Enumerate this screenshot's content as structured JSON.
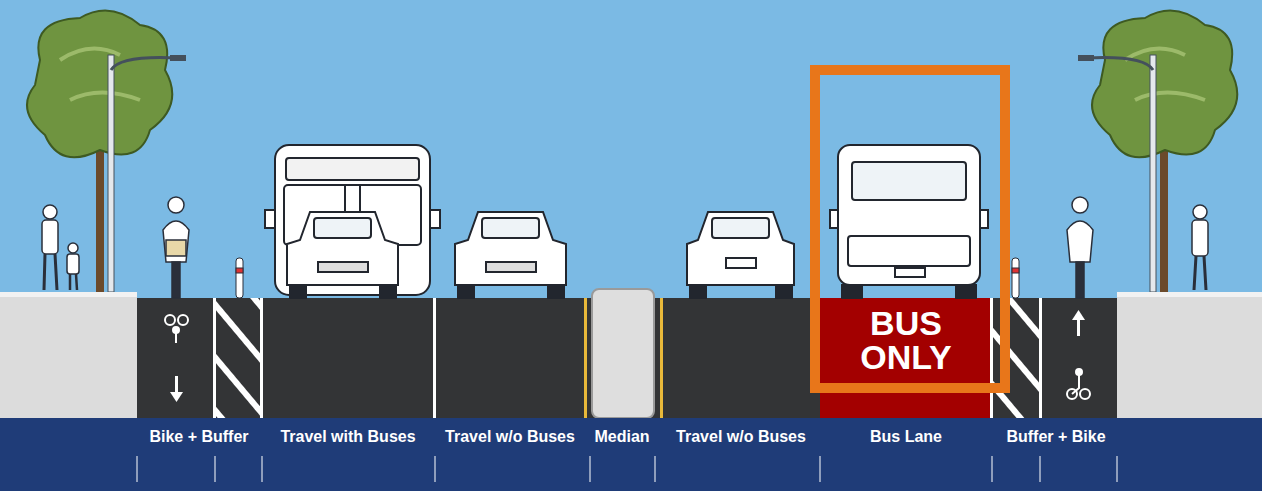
{
  "diagram": {
    "nodes": [
      {
        "text": [
          "BUS ONLY"
        ]
      }
    ],
    "labels": [
      "Bike + Buffer",
      "Travel with Buses",
      "Travel w/o Buses",
      "Median",
      "Travel w/o Buses",
      "Bus Lane",
      "Buffer + Bike"
    ]
  }
}
